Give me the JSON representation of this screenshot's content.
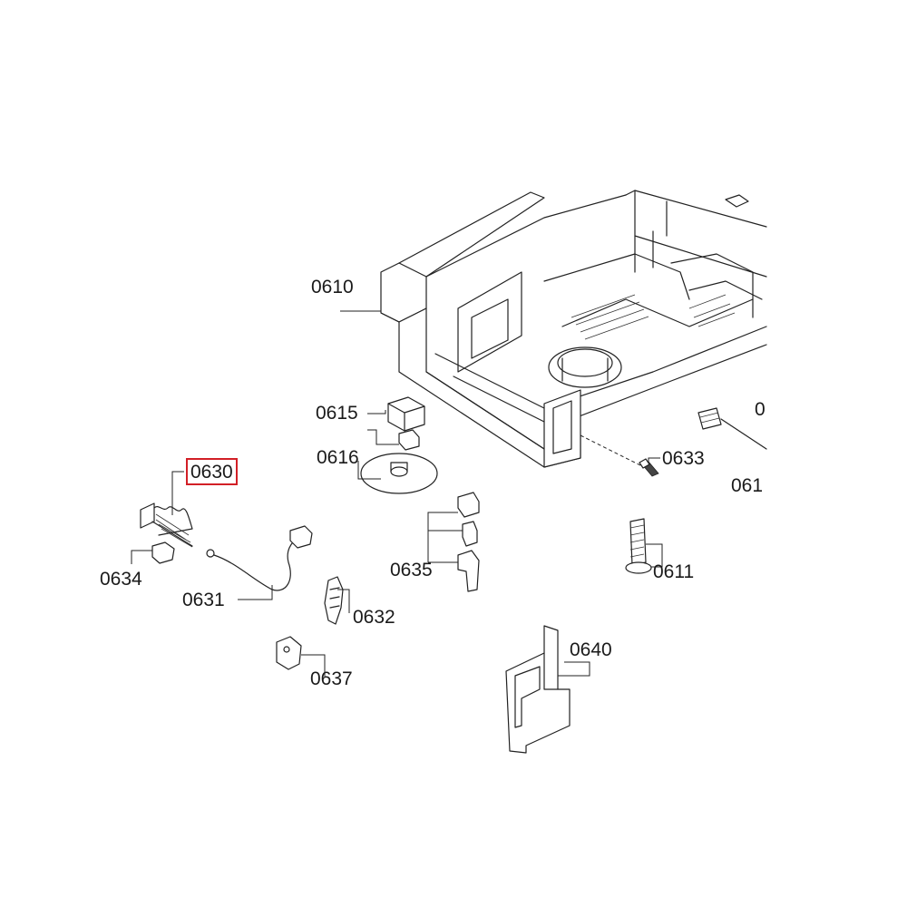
{
  "parts": [
    {
      "id": "p0610",
      "label": "0610"
    },
    {
      "id": "p0615",
      "label": "0615"
    },
    {
      "id": "p0616",
      "label": "0616"
    },
    {
      "id": "p0630",
      "label": "0630",
      "highlighted": true
    },
    {
      "id": "p0633",
      "label": "0633"
    },
    {
      "id": "p0635",
      "label": "0635"
    },
    {
      "id": "p0611",
      "label": "0611"
    },
    {
      "id": "p0634",
      "label": "0634"
    },
    {
      "id": "p0631",
      "label": "0631"
    },
    {
      "id": "p0632",
      "label": "0632"
    },
    {
      "id": "p0637",
      "label": "0637"
    },
    {
      "id": "p0640",
      "label": "0640"
    },
    {
      "id": "p061x",
      "label": "061"
    },
    {
      "id": "p0x",
      "label": "0"
    }
  ],
  "highlight_color": "#d21f26"
}
